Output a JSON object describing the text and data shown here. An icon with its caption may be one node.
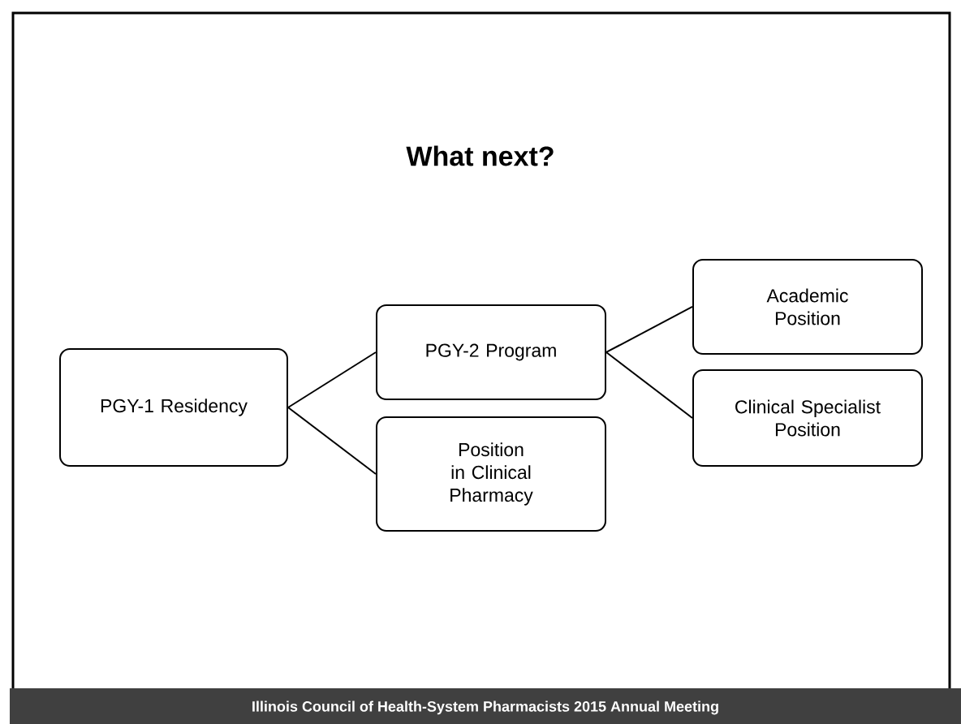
{
  "diagram": {
    "title": "What next?",
    "nodes": [
      {
        "text": [
          "PGY-1 Residency"
        ]
      },
      {
        "text": [
          "PGY-2 Program"
        ]
      },
      {
        "text": [
          "Position in Clinical Pharmacy"
        ]
      },
      {
        "text": [
          "Academic Position"
        ]
      },
      {
        "text": [
          "Clinical Specialist Position"
        ]
      }
    ],
    "edges": [
      {
        "from": 0,
        "to": 1,
        "arrow": "none"
      },
      {
        "from": 0,
        "to": 2,
        "arrow": "none"
      },
      {
        "from": 1,
        "to": 3,
        "arrow": "none"
      },
      {
        "from": 1,
        "to": 4,
        "arrow": "none"
      }
    ],
    "labels": [
      "Illinois Council of Health-System Pharmacists 2015 Annual Meeting"
    ]
  }
}
